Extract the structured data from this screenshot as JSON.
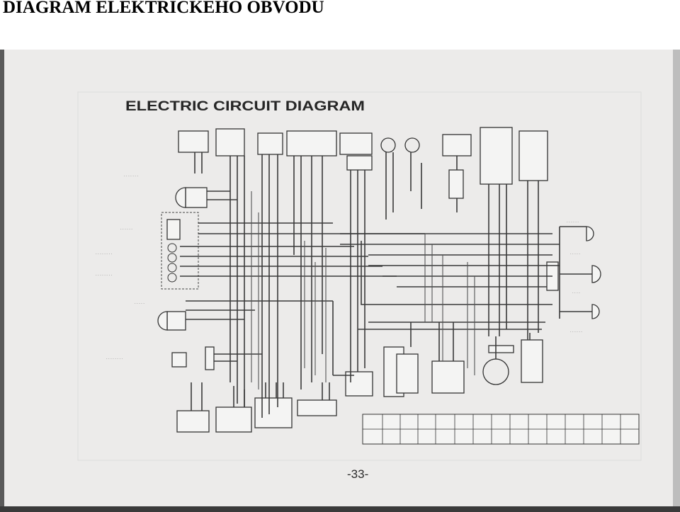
{
  "page": {
    "title": "DIAGRAM ELEKTRICKÉHO OBVODU"
  },
  "scan": {
    "diagram_title": "ELECTRIC CIRCUIT DIAGRAM",
    "page_number": "-33-",
    "colors": {
      "paper": "#ecebea",
      "ink": "#3a3a3a"
    }
  }
}
